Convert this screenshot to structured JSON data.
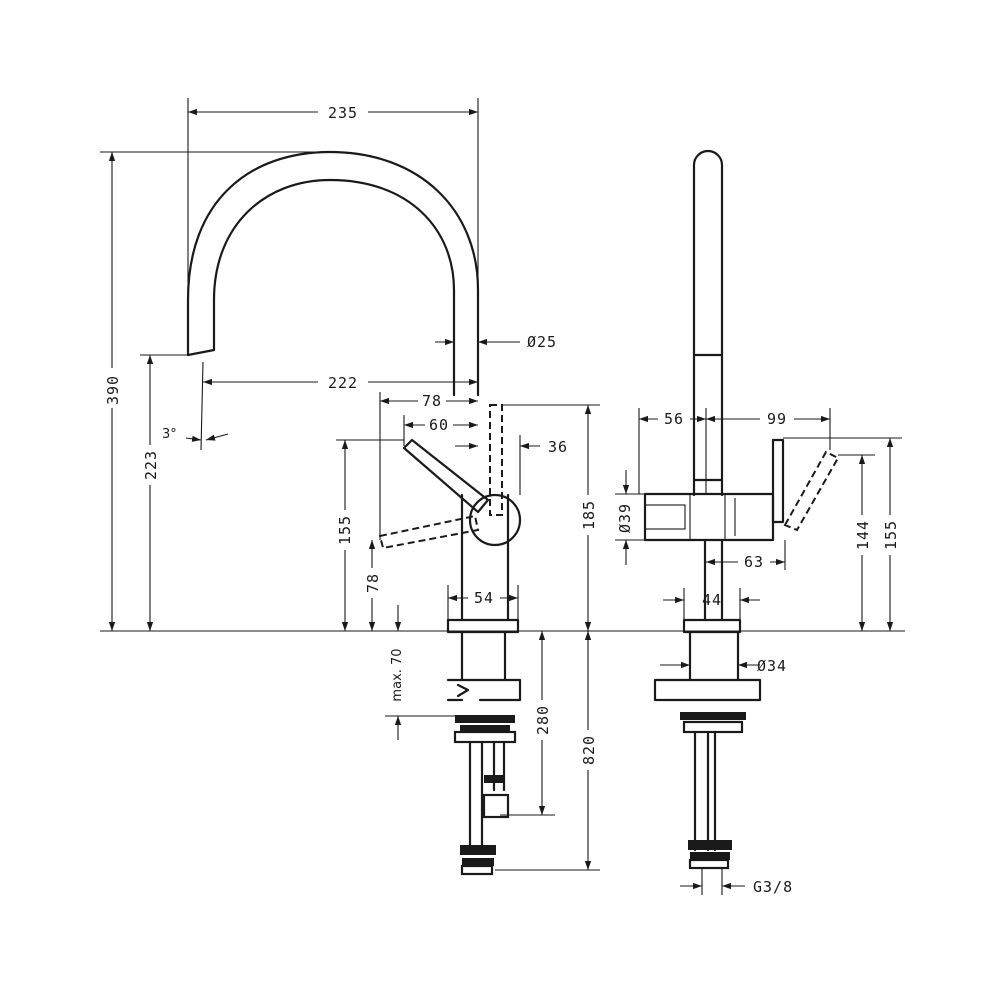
{
  "drawing": {
    "dimensions": {
      "total_width": "235",
      "total_height": "390",
      "spout_diameter": "Ø25",
      "spout_reach": "222",
      "spout_height": "223",
      "lever_reach_outer": "78",
      "lever_reach_inner": "60",
      "body_offset": "36",
      "angle": "3°",
      "body_height": "185",
      "lever_height": "155",
      "lever_low_height": "78",
      "base_width": "54",
      "max_thickness": "max. 70",
      "hose_length": "280",
      "total_length": "820",
      "side_left": "56",
      "side_right": "99",
      "side_diameter": "Ø39",
      "side_lever_offset": "63",
      "side_lever_height_a": "144",
      "side_lever_height_b": "155",
      "side_base_width": "44",
      "side_shank_diameter": "Ø34",
      "connection_thread": "G3/8"
    }
  }
}
